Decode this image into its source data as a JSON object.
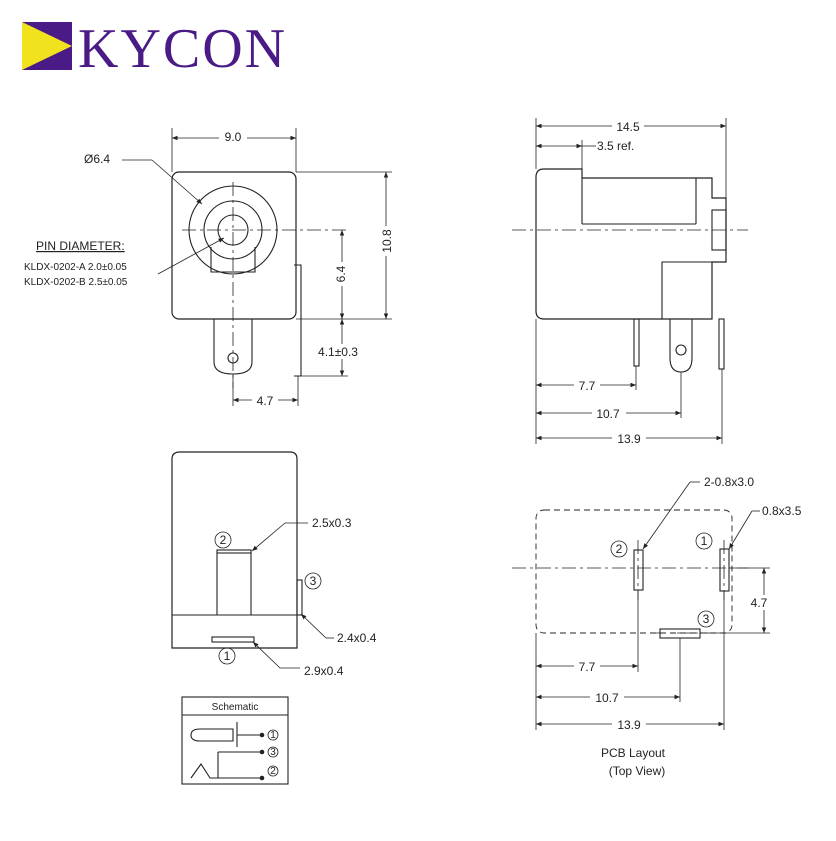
{
  "logo": {
    "text": "KYCON",
    "colors": {
      "purple": "#4a1a86",
      "yellow": "#f2e21d"
    }
  },
  "front_view": {
    "diameter_label": "Ø6.4",
    "width_label": "9.0",
    "height_label": "10.8",
    "center_height_label": "6.4",
    "pin_length_label": "4.1±0.3",
    "pin_offset_label": "4.7",
    "pin_diameter": {
      "title": "PIN DIAMETER:",
      "rows": [
        "KLDX-0202-A 2.0±0.05",
        "KLDX-0202-B 2.5±0.05"
      ]
    }
  },
  "side_view": {
    "overall_length_label": "14.5",
    "ref_label": "3.5 ref.",
    "dim_7_7": "7.7",
    "dim_10_7": "10.7",
    "dim_13_9": "13.9"
  },
  "bottom_view": {
    "pin2_slot_label": "2.5x0.3",
    "pin3_label": "2.4x0.4",
    "pin1_label": "2.9x0.4",
    "pin_numbers": [
      "1",
      "2",
      "3"
    ]
  },
  "schematic": {
    "title": "Schematic",
    "pins": [
      "1",
      "3",
      "2"
    ]
  },
  "pcb_layout": {
    "slot_label_a": "2-0.8x3.0",
    "slot_label_b": "0.8x3.5",
    "dim_4_7": "4.7",
    "dim_7_7": "7.7",
    "dim_10_7": "10.7",
    "dim_13_9": "13.9",
    "caption_line1": "PCB Layout",
    "caption_line2": "(Top View)",
    "pin_numbers": [
      "2",
      "1",
      "3"
    ]
  }
}
